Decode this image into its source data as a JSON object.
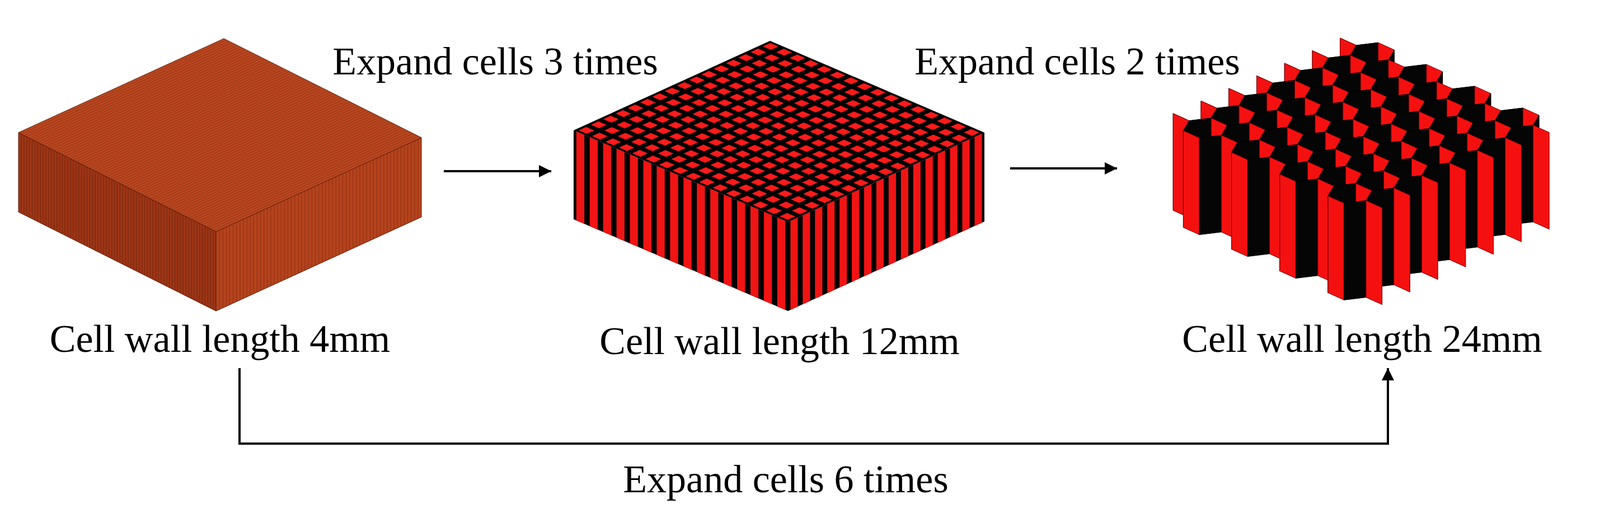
{
  "diagram": {
    "nodes": [
      {
        "text": [
          "Cell wall length 4mm"
        ]
      },
      {
        "text": [
          "Cell wall length 12mm"
        ]
      },
      {
        "text": [
          "Cell wall length 24mm"
        ]
      }
    ],
    "edges": [
      {
        "from": 0,
        "to": 1,
        "arrow": "to",
        "label": "Expand cells 3 times"
      },
      {
        "from": 1,
        "to": 2,
        "arrow": "to",
        "label": "Expand cells 2 times"
      },
      {
        "from": 0,
        "to": 2,
        "arrow": "to",
        "label": "Expand cells 6 times"
      }
    ]
  }
}
